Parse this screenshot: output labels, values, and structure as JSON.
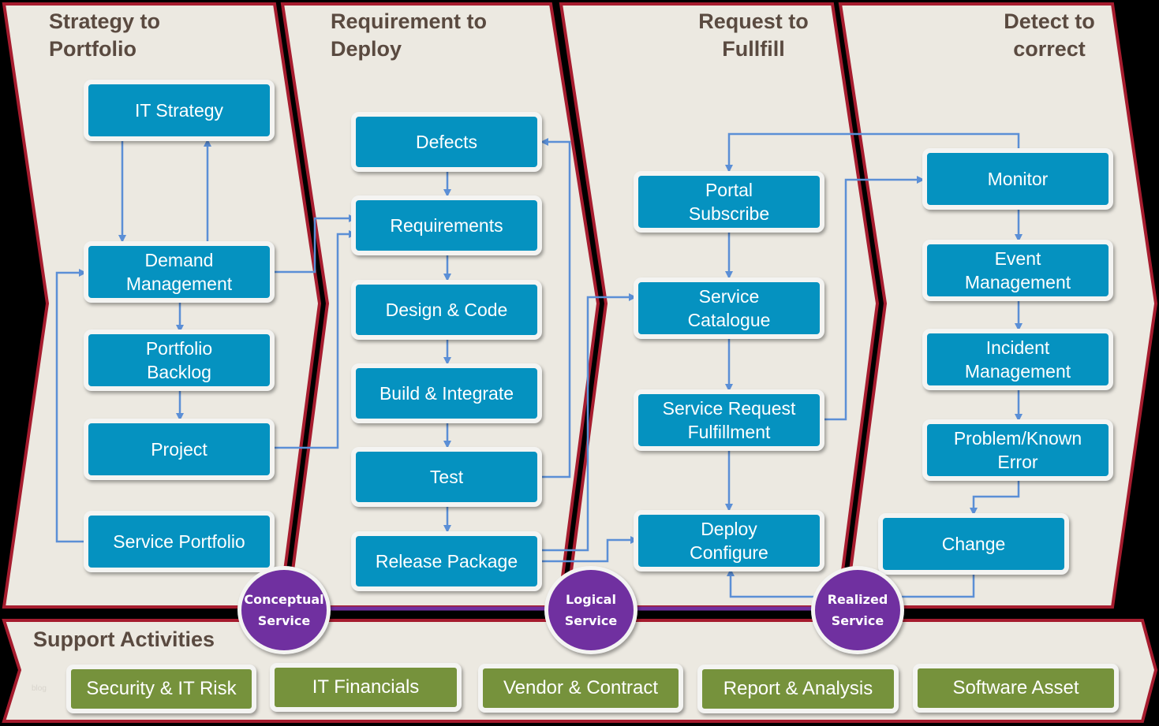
{
  "columns": [
    {
      "title": "Strategy to\nPortfolio",
      "line1": "Strategy to",
      "line2": "Portfolio"
    },
    {
      "title": "Requirement to\nDeploy",
      "line1": "Requirement to",
      "line2": "Deploy"
    },
    {
      "title": "Request to\nFullfill",
      "line1": "Request to",
      "line2": "Fullfill"
    },
    {
      "title": "Detect to\ncorrect",
      "line1": "Detect to",
      "line2": "correct"
    }
  ],
  "strategy_boxes": [
    "IT Strategy",
    "Demand\nManagement",
    "Portfolio\nBacklog",
    "Project",
    "Service Portfolio"
  ],
  "requirement_boxes": [
    "Defects",
    "Requirements",
    "Design & Code",
    "Build & Integrate",
    "Test",
    "Release Package"
  ],
  "request_boxes": [
    "Portal\nSubscribe",
    "Service\nCatalogue",
    "Service Request\nFulfillment",
    "Deploy\nConfigure"
  ],
  "detect_boxes": [
    "Monitor",
    "Event\nManagement",
    "Incident\nManagement",
    "Problem/Known\nError",
    "Change"
  ],
  "service_stages": [
    "Conceptual\nService",
    "Logical\nService",
    "Realized\nService"
  ],
  "support": {
    "title": "Support Activities",
    "items": [
      "Security & IT Risk",
      "IT Financials",
      "Vendor & Contract",
      "Report & Analysis",
      "Software Asset"
    ]
  },
  "watermark": "blog",
  "colors": {
    "process_box": "#0592c0",
    "support_box": "#76923c",
    "service_circle": "#7030a0",
    "chevron_fill": "#ece9e1",
    "chevron_border": "#a61c2e",
    "arrow": "#5b8fd6",
    "title_text": "#5a4a40"
  }
}
